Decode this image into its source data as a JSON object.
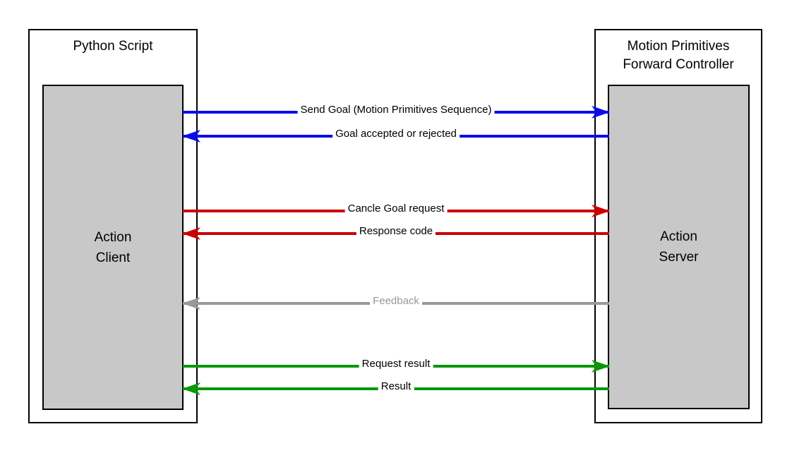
{
  "palette": {
    "blue": "#0b0bee",
    "red": "#cc0000",
    "gray": "#999999",
    "green": "#089808",
    "box_fill": "#c8c8c8",
    "border": "#000000"
  },
  "nodes": {
    "client": {
      "title": "Python Script",
      "inner_line1": "Action",
      "inner_line2": "Client"
    },
    "server": {
      "title_line1": "Motion Primitives",
      "title_line2": "Forward Controller",
      "inner_line1": "Action",
      "inner_line2": "Server"
    }
  },
  "arrows": [
    {
      "label": "Send Goal (Motion Primitives Sequence)",
      "direction": "right",
      "color": "blue"
    },
    {
      "label": "Goal accepted or rejected",
      "direction": "left",
      "color": "blue"
    },
    {
      "label": "Cancle Goal request",
      "direction": "right",
      "color": "red"
    },
    {
      "label": "Response code",
      "direction": "left",
      "color": "red"
    },
    {
      "label": "Feedback",
      "direction": "left",
      "color": "gray"
    },
    {
      "label": "Request result",
      "direction": "right",
      "color": "green"
    },
    {
      "label": "Result",
      "direction": "left",
      "color": "green"
    }
  ]
}
